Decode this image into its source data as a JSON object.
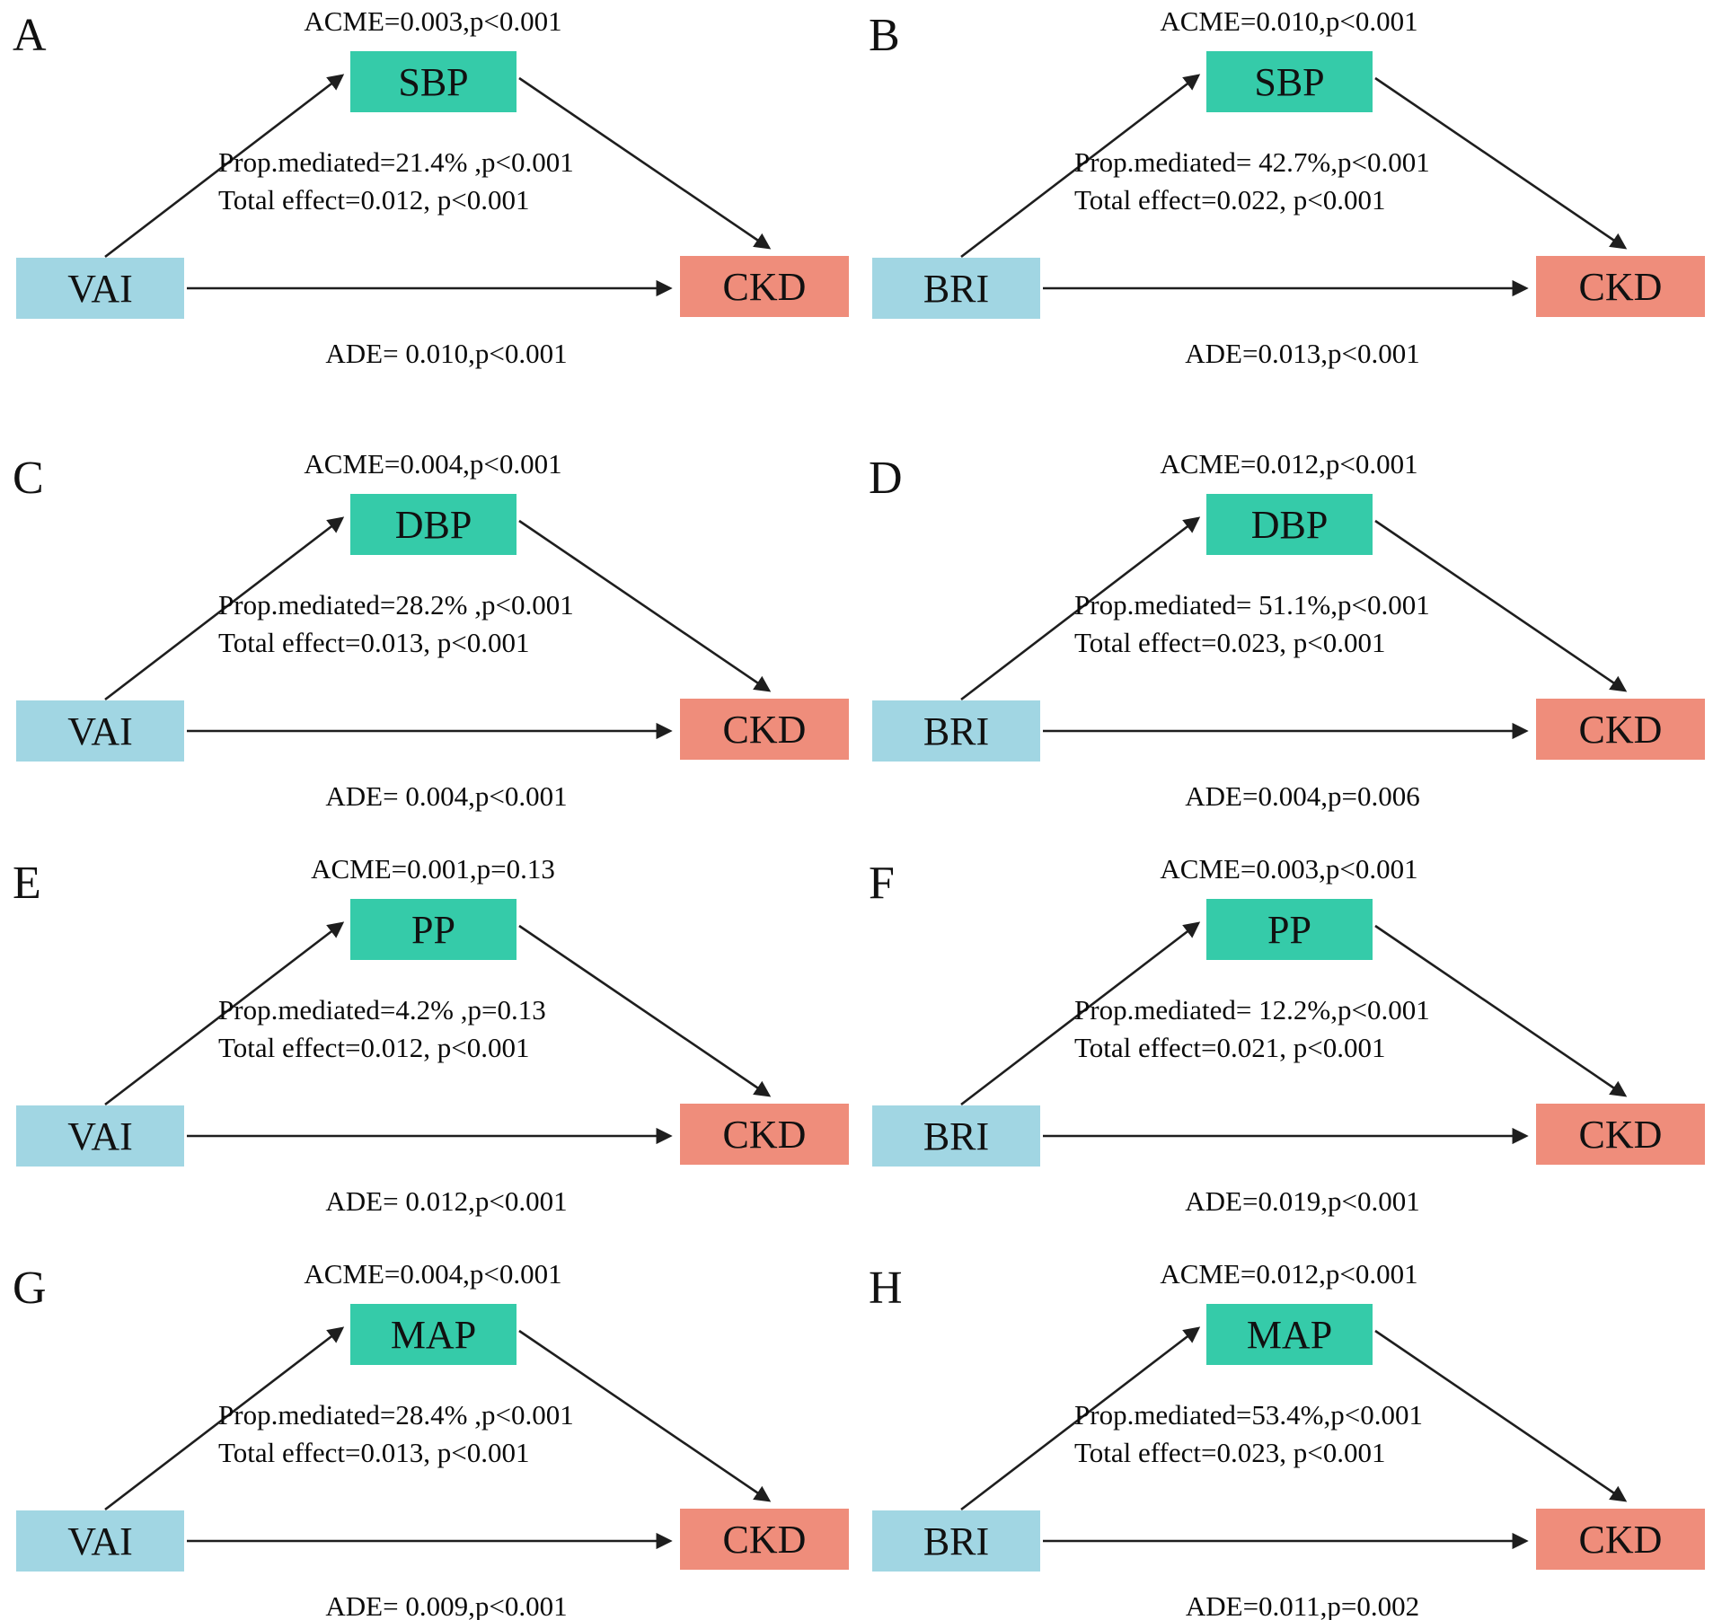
{
  "colors": {
    "mediator_box": "#35cba9",
    "exposure_box": "#a1d6e3",
    "outcome_box": "#ef8d7b",
    "arrow": "#1e1e1e"
  },
  "panels": [
    {
      "letter": "A",
      "exposure": "VAI",
      "mediator": "SBP",
      "outcome": "CKD",
      "acme": "ACME=0.003,p<0.001",
      "prop_mediated": "Prop.mediated=21.4% ,p<0.001",
      "total_effect": "Total effect=0.012, p<0.001",
      "ade": "ADE= 0.010,p<0.001"
    },
    {
      "letter": "B",
      "exposure": "BRI",
      "mediator": "SBP",
      "outcome": "CKD",
      "acme": "ACME=0.010,p<0.001",
      "prop_mediated": "Prop.mediated= 42.7%,p<0.001",
      "total_effect": "Total effect=0.022, p<0.001",
      "ade": "ADE=0.013,p<0.001"
    },
    {
      "letter": "C",
      "exposure": "VAI",
      "mediator": "DBP",
      "outcome": "CKD",
      "acme": "ACME=0.004,p<0.001",
      "prop_mediated": "Prop.mediated=28.2% ,p<0.001",
      "total_effect": "Total effect=0.013, p<0.001",
      "ade": "ADE= 0.004,p<0.001"
    },
    {
      "letter": "D",
      "exposure": "BRI",
      "mediator": "DBP",
      "outcome": "CKD",
      "acme": "ACME=0.012,p<0.001",
      "prop_mediated": "Prop.mediated= 51.1%,p<0.001",
      "total_effect": "Total effect=0.023, p<0.001",
      "ade": "ADE=0.004,p=0.006"
    },
    {
      "letter": "E",
      "exposure": "VAI",
      "mediator": "PP",
      "outcome": "CKD",
      "acme": "ACME=0.001,p=0.13",
      "prop_mediated": "Prop.mediated=4.2% ,p=0.13",
      "total_effect": "Total effect=0.012, p<0.001",
      "ade": "ADE= 0.012,p<0.001"
    },
    {
      "letter": "F",
      "exposure": "BRI",
      "mediator": "PP",
      "outcome": "CKD",
      "acme": "ACME=0.003,p<0.001",
      "prop_mediated": "Prop.mediated= 12.2%,p<0.001",
      "total_effect": "Total effect=0.021, p<0.001",
      "ade": "ADE=0.019,p<0.001"
    },
    {
      "letter": "G",
      "exposure": "VAI",
      "mediator": "MAP",
      "outcome": "CKD",
      "acme": "ACME=0.004,p<0.001",
      "prop_mediated": "Prop.mediated=28.4% ,p<0.001",
      "total_effect": "Total effect=0.013, p<0.001",
      "ade": "ADE= 0.009,p<0.001"
    },
    {
      "letter": "H",
      "exposure": "BRI",
      "mediator": "MAP",
      "outcome": "CKD",
      "acme": "ACME=0.012,p<0.001",
      "prop_mediated": "Prop.mediated=53.4%,p<0.001",
      "total_effect": "Total effect=0.023, p<0.001",
      "ade": "ADE=0.011,p=0.002"
    }
  ]
}
